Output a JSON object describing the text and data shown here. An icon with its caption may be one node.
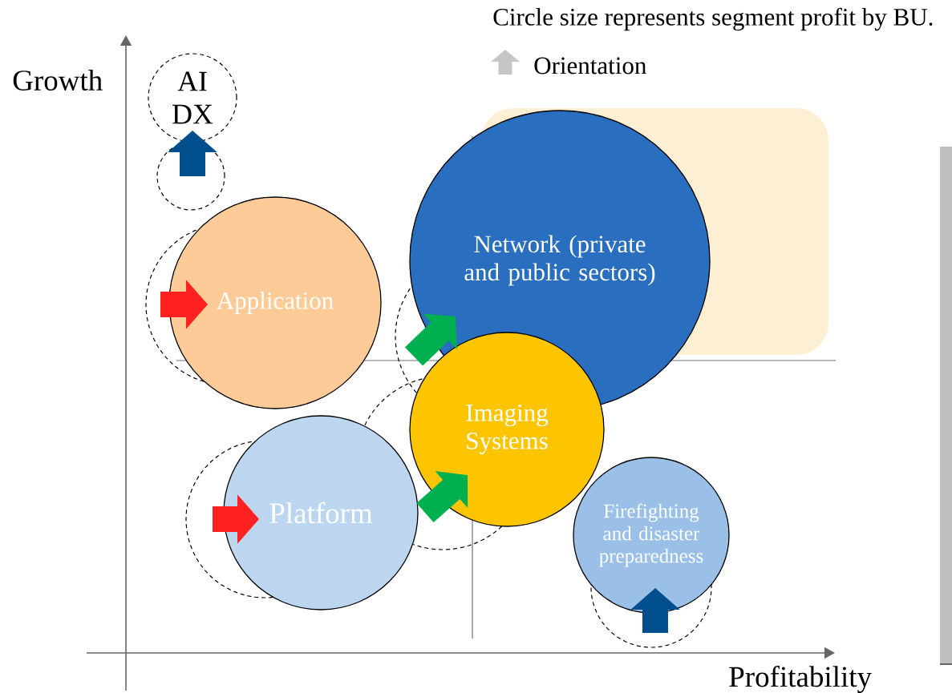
{
  "diagram": {
    "nodes": [
      {
        "text": [
          "AI DX"
        ]
      },
      {
        "text": [],
        "shape": "circle"
      },
      {
        "text": [],
        "shape": "circle"
      },
      {
        "text": [
          "Application"
        ]
      },
      {
        "text": [],
        "shape": "circle"
      },
      {
        "text": [
          "Network (private and public sectors)"
        ]
      },
      {
        "text": [],
        "shape": "circle"
      },
      {
        "text": [
          "Imaging Systems"
        ]
      },
      {
        "text": [],
        "shape": "circle"
      },
      {
        "text": [
          "Platform"
        ]
      },
      {
        "text": [
          "Firefighting and disaster preparedness"
        ]
      },
      {
        "text": [],
        "shape": "circle"
      }
    ],
    "edges": [
      {
        "from": 1,
        "to": 0,
        "arrow": "to",
        "color": "#004e8c"
      },
      {
        "from": 2,
        "to": 3,
        "arrow": "to",
        "color": "#ff2020"
      },
      {
        "from": 4,
        "to": 5,
        "arrow": "to",
        "color": "#00b050"
      },
      {
        "from": 6,
        "to": 7,
        "arrow": "to",
        "color": "#00b050"
      },
      {
        "from": 8,
        "to": 9,
        "arrow": "to",
        "color": "#ff2020"
      },
      {
        "from": 11,
        "to": 10,
        "arrow": "to",
        "color": "#004e8c"
      }
    ],
    "labels": [
      "Circle size represents segment profit by BU.",
      "Growth",
      "Profitability"
    ],
    "legend": [
      {
        "text": "Orientation"
      }
    ]
  }
}
